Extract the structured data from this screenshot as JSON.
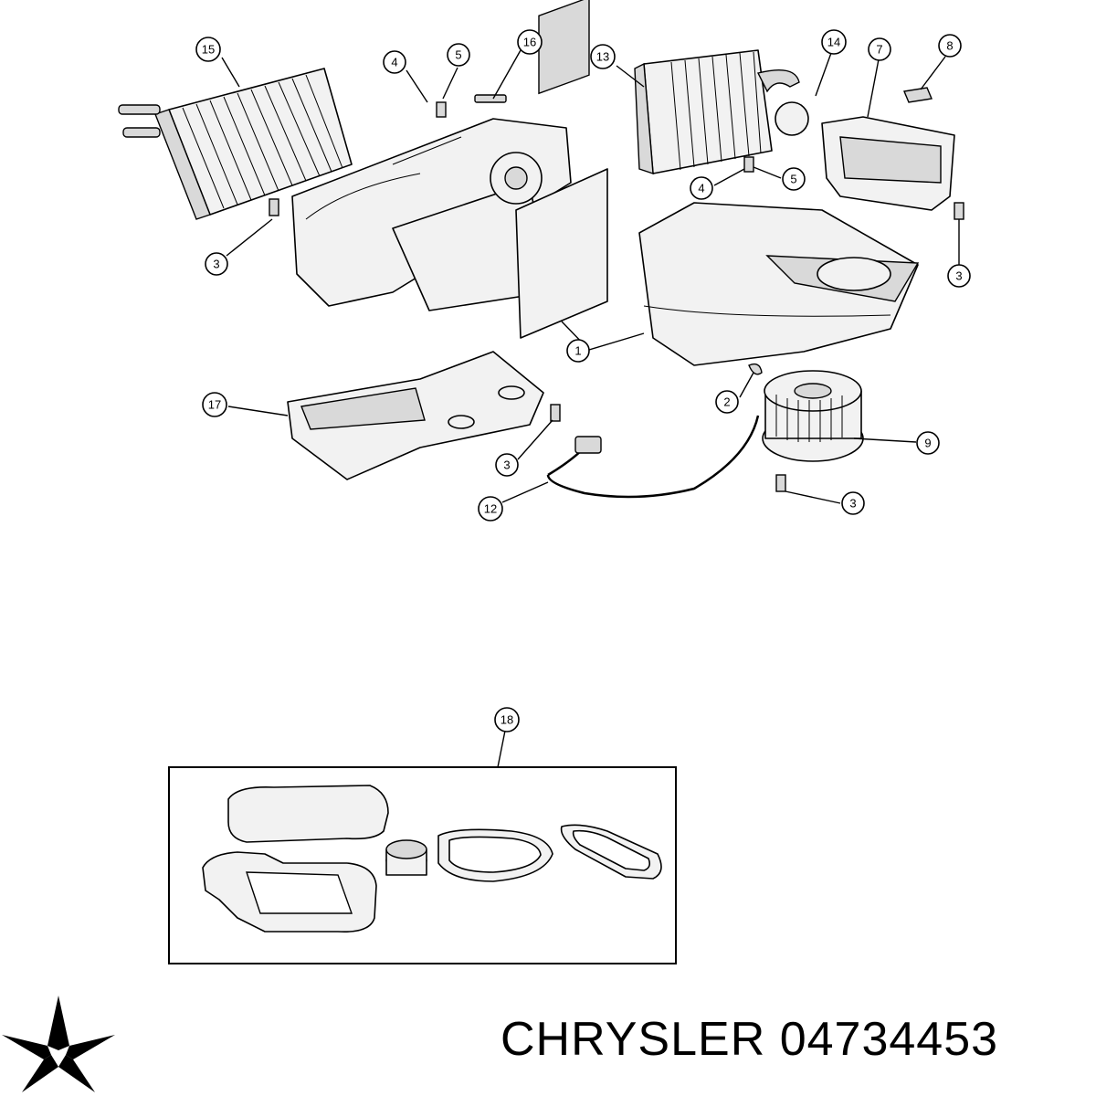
{
  "brand": {
    "name": "CHRYSLER",
    "part_number": "04734453",
    "logo_icon": "pentastar-logo-icon"
  },
  "callouts": {
    "c15": "15",
    "c4a": "4",
    "c5a": "5",
    "c16": "16",
    "c13": "13",
    "c14": "14",
    "c7": "7",
    "c8": "8",
    "c3a": "3",
    "c5b": "5",
    "c4b": "4",
    "c3b": "3",
    "c1": "1",
    "c17": "17",
    "c2": "2",
    "c9": "9",
    "c3c": "3",
    "c12": "12",
    "c3d": "3",
    "c18": "18"
  }
}
